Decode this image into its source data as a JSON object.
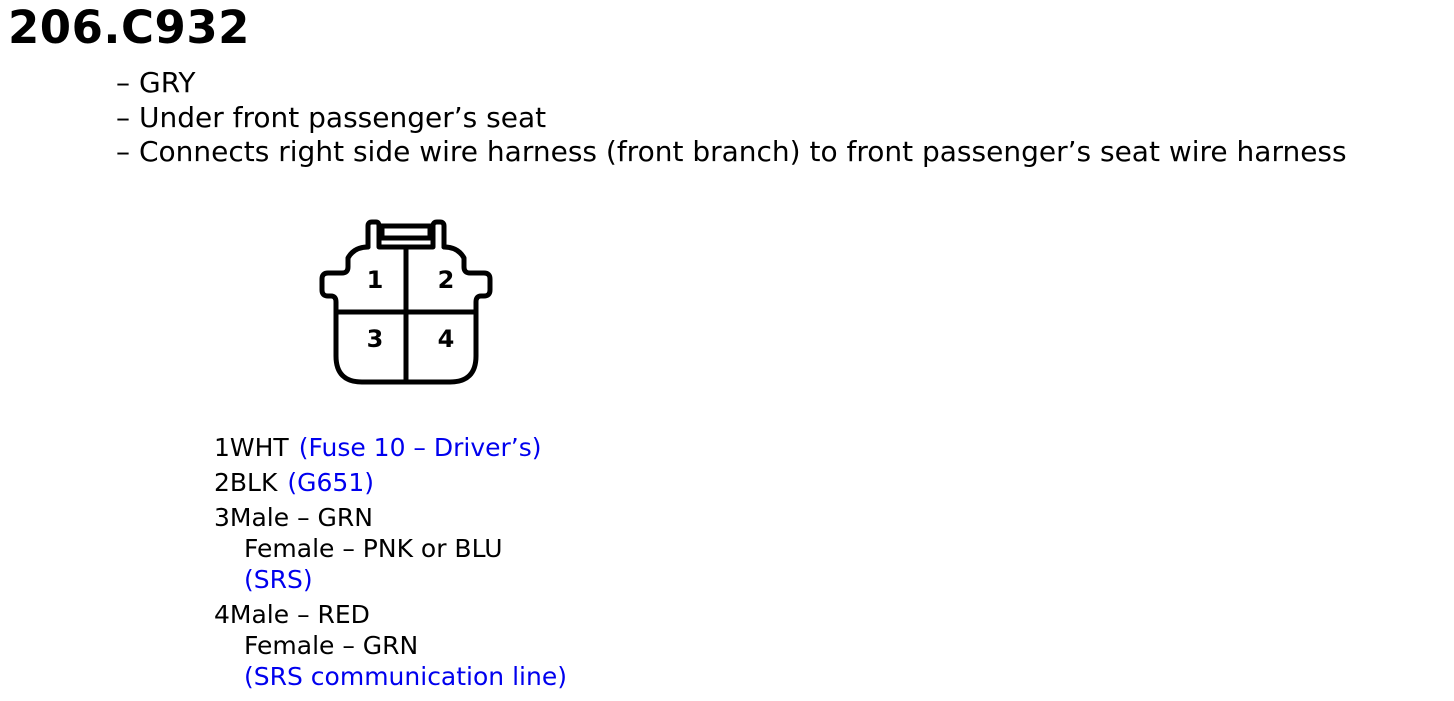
{
  "connector": {
    "title": "206.C932",
    "descriptions": [
      "GRY",
      "Under front passenger’s seat",
      "Connects right side wire harness (front branch) to front passenger’s seat wire harness"
    ],
    "dash": "–",
    "pin_labels": [
      "1",
      "2",
      "3",
      "4"
    ]
  },
  "pins": [
    {
      "number": "1",
      "wire": "WHT",
      "note": "(Fuse 10 – Driver’s)"
    },
    {
      "number": "2",
      "wire": "BLK",
      "note": "(G651)"
    },
    {
      "number": "3",
      "male": "Male – GRN",
      "female": "Female – PNK or BLU",
      "note": "(SRS)"
    },
    {
      "number": "4",
      "male": "Male – RED",
      "female": "Female – GRN",
      "note": "(SRS communication line)"
    }
  ],
  "colors": {
    "note_text": "#0000ee",
    "text": "#000000"
  }
}
